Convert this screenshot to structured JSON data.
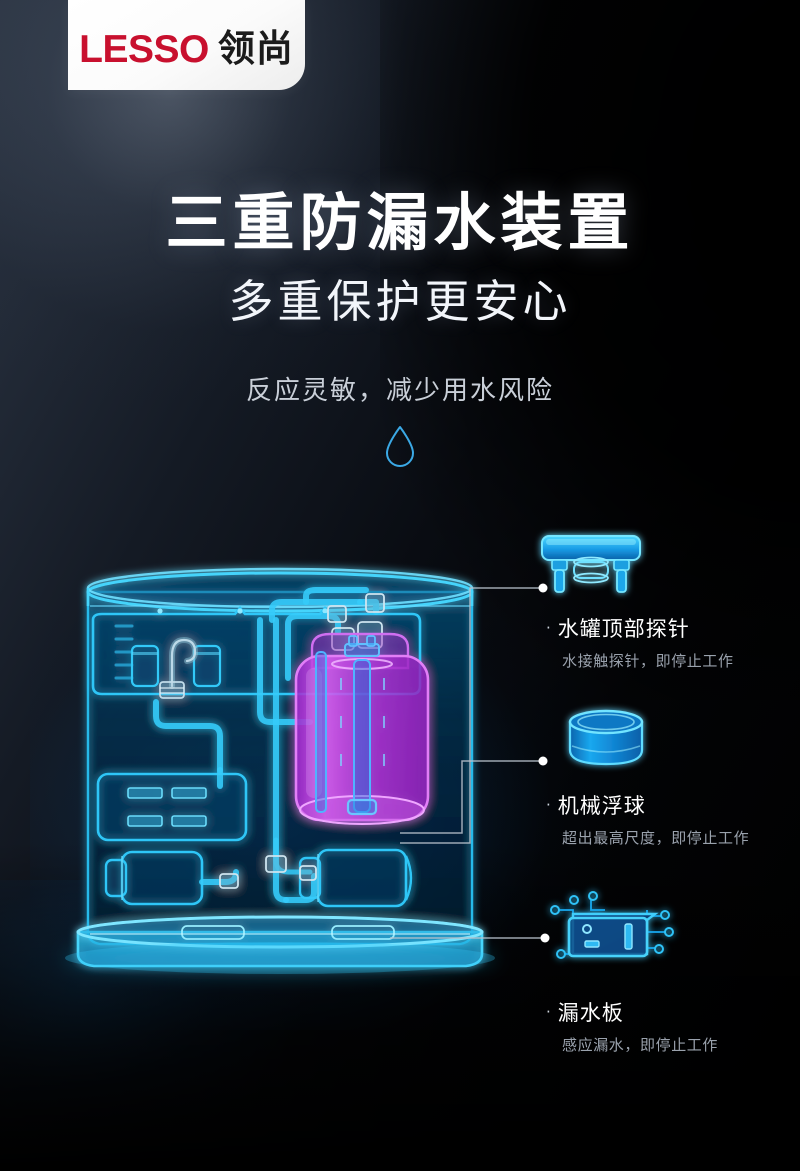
{
  "brand": {
    "logo_latin": "LESSO",
    "logo_cn": "领尚",
    "logo_red": "#c8102e"
  },
  "headings": {
    "title": "三重防漏水装置",
    "subtitle": "多重保护更安心",
    "tagline": "反应灵敏，减少用水风险",
    "droplet_icon": "water-drop-icon"
  },
  "colors": {
    "accent_cyan": "#21c3f7",
    "accent_blue": "#1e7fe0",
    "accent_magenta": "#d63ae8",
    "text_primary": "#ffffff",
    "text_secondary": "#9aa2ad",
    "background_dark": "#050608"
  },
  "features": [
    {
      "id": "top-probe",
      "icon": "tank-top-probe-icon",
      "title": "水罐顶部探针",
      "desc": "水接触探针，即停止工作",
      "bullet": "·"
    },
    {
      "id": "float-ball",
      "icon": "mechanical-float-ball-icon",
      "title": "机械浮球",
      "desc": "超出最高尺度，即停止工作",
      "bullet": "·"
    },
    {
      "id": "leak-board",
      "icon": "leak-detection-board-icon",
      "title": "漏水板",
      "desc": "感应漏水，即停止工作",
      "bullet": "·"
    }
  ],
  "diagram": {
    "name": "water-purifier-xray-diagram",
    "tank_label": "pressure-tank",
    "probe_label": "probe-tube",
    "components": [
      "radiator-coil",
      "valve-block",
      "control-board",
      "filter-cartridge-left",
      "filter-cartridge-right",
      "pipe-network",
      "base-tray"
    ]
  }
}
